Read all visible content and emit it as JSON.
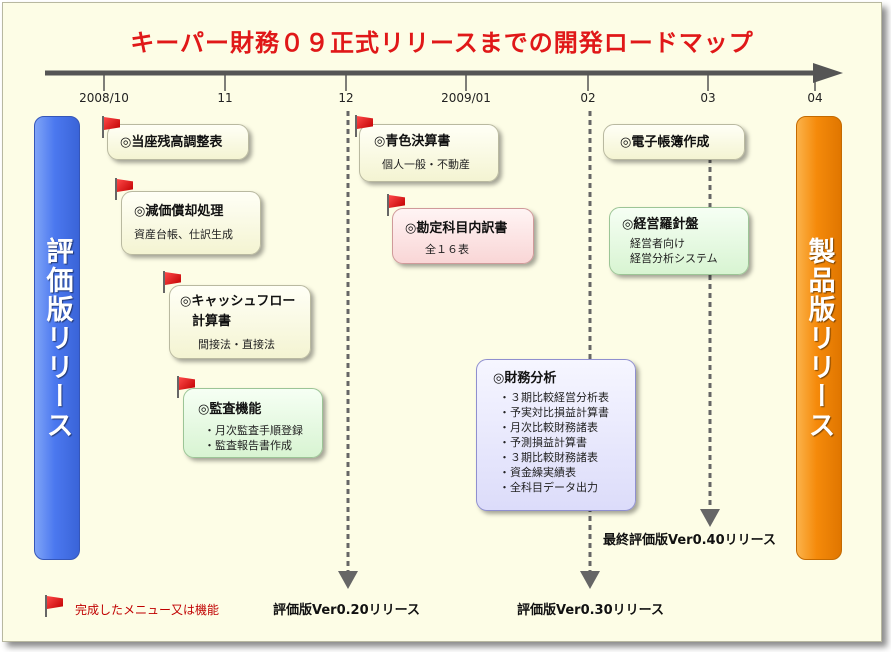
{
  "title": "キーパー財務０９正式リリースまでの開発ロードマップ",
  "timeline": {
    "ticks": [
      "2008/10",
      "11",
      "12",
      "2009/01",
      "02",
      "03",
      "04"
    ]
  },
  "pillars": {
    "left": "評価版リリース",
    "right": "製品版リリース"
  },
  "boxes": {
    "touza": {
      "title": "◎当座残高調整表"
    },
    "genka": {
      "title": "◎減価償却処理",
      "sub": "資産台帳、仕訳生成"
    },
    "cash": {
      "title_line1": "◎キャッシュフロー",
      "title_line2": "計算書",
      "sub": "間接法・直接法"
    },
    "kansa": {
      "title": "◎監査機能",
      "items": [
        "・月次監査手順登録",
        "・監査報告書作成"
      ]
    },
    "aoiro": {
      "title": "◎青色決算書",
      "sub": "個人一般・不動産"
    },
    "kanjo": {
      "title": "◎勘定科目内訳書",
      "sub": "全１６表"
    },
    "zaimu": {
      "title": "◎財務分析",
      "items": [
        "・３期比較経営分析表",
        "・予実対比損益計算書",
        "・月次比較財務諸表",
        "・予測損益計算書",
        "・３期比較財務諸表",
        "・資金繰実績表",
        "・全科目データ出力"
      ]
    },
    "denshi": {
      "title": "◎電子帳簿作成"
    },
    "keiei": {
      "title": "◎経営羅針盤",
      "items": [
        "経営者向け",
        "経営分析システム"
      ]
    }
  },
  "releases": {
    "v020": "評価版Ver0.20リリース",
    "v030": "評価版Ver0.30リリース",
    "v040": "最終評価版Ver0.40リリース"
  },
  "legend": "完成したメニュー又は機能",
  "colors": {
    "title": "#e01818",
    "left_pillar": "#4b78ef",
    "right_pillar": "#f58a0a",
    "flag": "#e01010"
  }
}
